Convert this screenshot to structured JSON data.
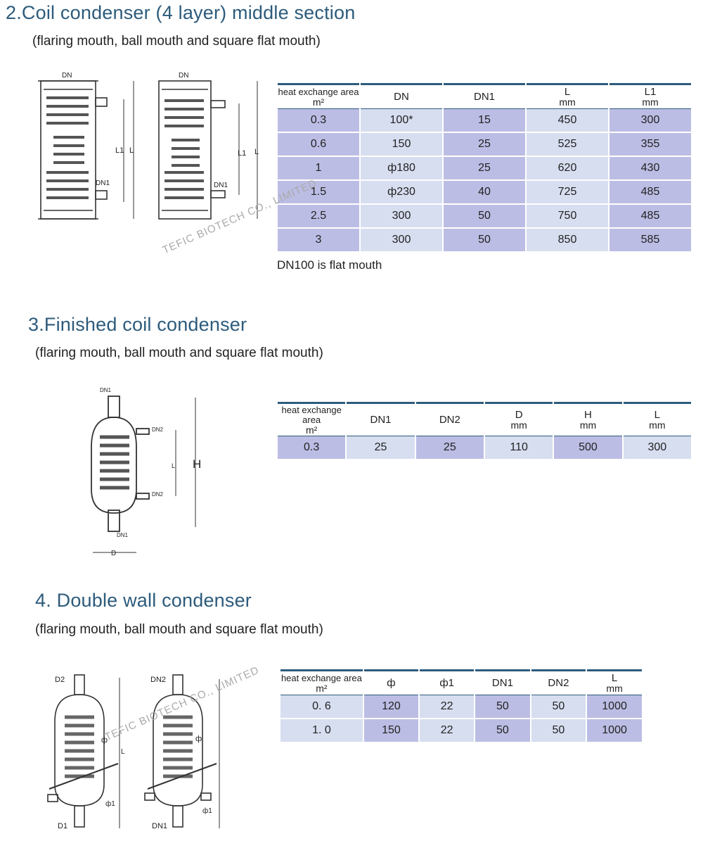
{
  "sections": [
    {
      "title": "2.Coil condenser (4 layer) middle section",
      "subtitle": "(flaring mouth, ball mouth and square flat mouth)",
      "headers": [
        {
          "line1": "heat exchange area",
          "line2": "m²"
        },
        {
          "line1": "DN",
          "line2": ""
        },
        {
          "line1": "DN1",
          "line2": ""
        },
        {
          "line1": "L",
          "line2": "mm"
        },
        {
          "line1": "L1",
          "line2": "mm"
        }
      ],
      "rows": [
        [
          "0.3",
          "100*",
          "15",
          "450",
          "300"
        ],
        [
          "0.6",
          "150",
          "25",
          "525",
          "355"
        ],
        [
          "1",
          "ф180",
          "25",
          "620",
          "430"
        ],
        [
          "1.5",
          "ф230",
          "40",
          "725",
          "485"
        ],
        [
          "2.5",
          "300",
          "50",
          "750",
          "485"
        ],
        [
          "3",
          "300",
          "50",
          "850",
          "585"
        ]
      ],
      "note": "DN100 is flat mouth",
      "diagram_labels": {
        "dn": "DN",
        "dn1": "DN1",
        "l1": "L1",
        "l": "L"
      }
    },
    {
      "title": "3.Finished coil condenser",
      "subtitle": "(flaring mouth, ball mouth and square flat mouth)",
      "headers": [
        {
          "line1": "heat exchange area",
          "line2": "m²"
        },
        {
          "line1": "DN1",
          "line2": ""
        },
        {
          "line1": "DN2",
          "line2": ""
        },
        {
          "line1": "D",
          "line2": "mm"
        },
        {
          "line1": "H",
          "line2": "mm"
        },
        {
          "line1": "L",
          "line2": "mm"
        }
      ],
      "rows": [
        [
          "0.3",
          "25",
          "25",
          "110",
          "500",
          "300"
        ]
      ],
      "diagram_labels": {
        "dn1": "DN1",
        "dn2": "DN2",
        "l": "L",
        "h": "H",
        "d": "D"
      }
    },
    {
      "title": "4. Double wall condenser",
      "subtitle": "(flaring mouth, ball mouth and square flat mouth)",
      "headers": [
        {
          "line1": "heat exchange area",
          "line2": "m²"
        },
        {
          "line1": "ф",
          "line2": ""
        },
        {
          "line1": "ф1",
          "line2": ""
        },
        {
          "line1": "DN1",
          "line2": ""
        },
        {
          "line1": "DN2",
          "line2": ""
        },
        {
          "line1": "L",
          "line2": "mm"
        }
      ],
      "rows": [
        [
          "0. 6",
          "120",
          "22",
          "50",
          "50",
          "1000"
        ],
        [
          "1. 0",
          "150",
          "22",
          "50",
          "50",
          "1000"
        ]
      ],
      "diagram_labels": {
        "d2": "D2",
        "d1": "D1",
        "dn2": "DN2",
        "dn1": "DN1",
        "phi": "ф",
        "phi1": "ф1",
        "l": "L"
      }
    }
  ],
  "watermark": "TEFIC BIOTECH CO., LIMITED",
  "colors": {
    "title": "#2d5b7c",
    "cell_dark": "#bcbde4",
    "cell_light": "#d7def0",
    "rule": "#2d5b7c"
  }
}
